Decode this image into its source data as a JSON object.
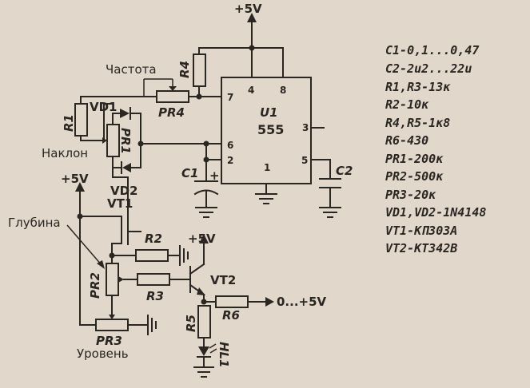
{
  "power": {
    "top": "+5V",
    "left": "+5V",
    "mid": "+5V",
    "output": "0...+5V"
  },
  "ic": {
    "ref": "U1",
    "type": "555",
    "pins": [
      "7",
      "4",
      "8",
      "3",
      "6",
      "2",
      "1",
      "5"
    ]
  },
  "components": {
    "R1": "R1",
    "R2": "R2",
    "R3": "R3",
    "R4": "R4",
    "R5": "R5",
    "R6": "R6",
    "PR1": "PR1",
    "PR2": "PR2",
    "PR3": "PR3",
    "PR4": "PR4",
    "C1": "C1",
    "C2": "C2",
    "VD1": "VD1",
    "VD2": "VD2",
    "VT1": "VT1",
    "VT2": "VT2",
    "HL1": "HL1",
    "c1_plus": "+"
  },
  "controls": {
    "frequency": "Частота",
    "slope": "Наклон",
    "depth": "Глубина",
    "level": "Уровень"
  },
  "parts_list": [
    "C1-0,1...0,47",
    "C2-2u2...22u",
    "R1,R3-13к",
    "R2-10к",
    "R4,R5-1к8",
    "R6-430",
    "PR1-200к",
    "PR2-500к",
    "PR3-20к",
    "VD1,VD2-1N4148",
    "VT1-КП303А",
    "VT2-КТ342В"
  ]
}
